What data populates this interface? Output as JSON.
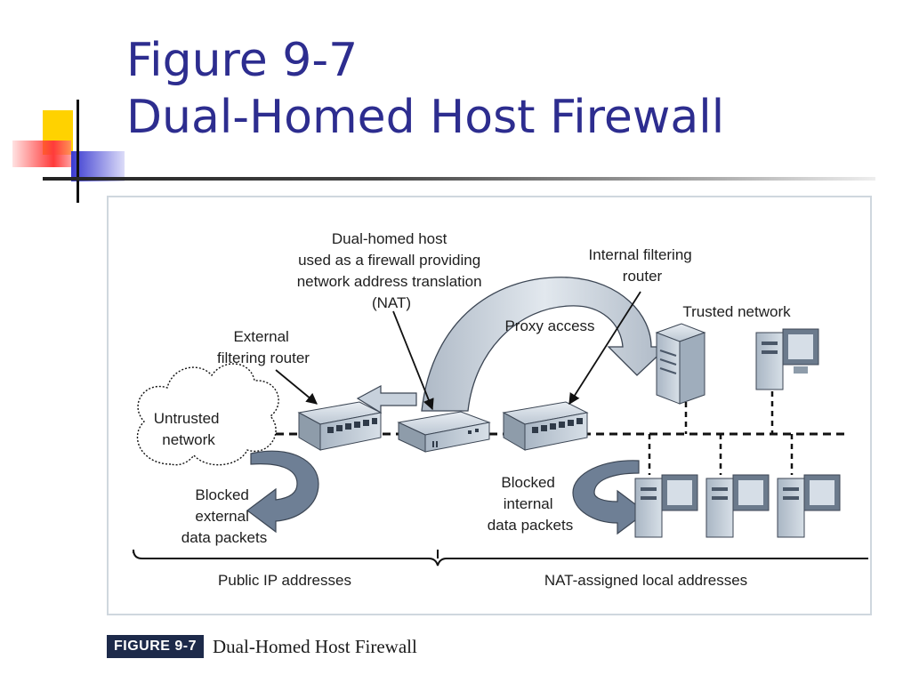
{
  "slide": {
    "title_line1": "Figure 9-7",
    "title_line2": "Dual-Homed Host Firewall"
  },
  "diagram": {
    "labels": {
      "dual_homed_host": [
        "Dual-homed host",
        "used as a firewall providing",
        "network address translation",
        "(NAT)"
      ],
      "internal_router": [
        "Internal filtering",
        "router"
      ],
      "trusted_network": "Trusted network",
      "proxy_access": "Proxy access",
      "external_router": [
        "External",
        "filtering router"
      ],
      "untrusted_network": [
        "Untrusted",
        "network"
      ],
      "blocked_external": [
        "Blocked",
        "external",
        "data packets"
      ],
      "blocked_internal": [
        "Blocked",
        "internal",
        "data packets"
      ],
      "public_ip": "Public IP addresses",
      "nat_local": "NAT-assigned local addresses"
    },
    "colors": {
      "arrow_fill": "#6e7f95",
      "proxy_arrow_fill": "#c7d1dc",
      "device_face": "#c9d4df",
      "device_dark": "#4a5768"
    }
  },
  "caption": {
    "badge": "FIGURE 9-7",
    "text": "Dual-Homed Host Firewall"
  }
}
